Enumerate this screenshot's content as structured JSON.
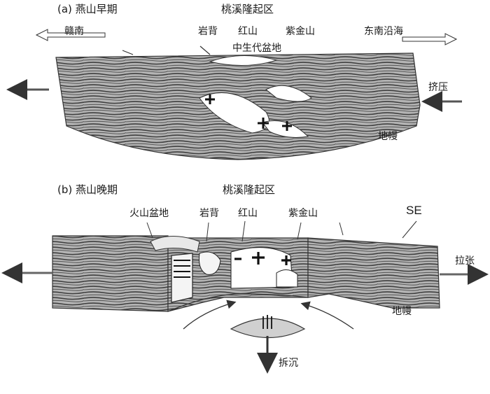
{
  "panel_a": {
    "title": "(a) 燕山早期",
    "region": "桃溪隆起区",
    "west_label": "赣南",
    "east_label": "东南沿海",
    "place_1": "岩背",
    "place_2": "红山",
    "place_3": "紫金山",
    "basin_label": "中生代盆地",
    "stress_label": "挤压",
    "mantle_label": "地幔"
  },
  "panel_b": {
    "title": "(b) 燕山晚期",
    "region": "桃溪隆起区",
    "volcanic_basin": "火山盆地",
    "place_1": "岩背",
    "place_2": "红山",
    "place_3": "紫金山",
    "direction": "SE",
    "stress_label": "拉张",
    "mantle_label": "地幔",
    "delamination_label": "拆沉"
  },
  "colors": {
    "crust_fill": "#b8b8b8",
    "crust_texture": "#4a4a4a",
    "granite_fill": "#ffffff",
    "line": "#222222"
  }
}
